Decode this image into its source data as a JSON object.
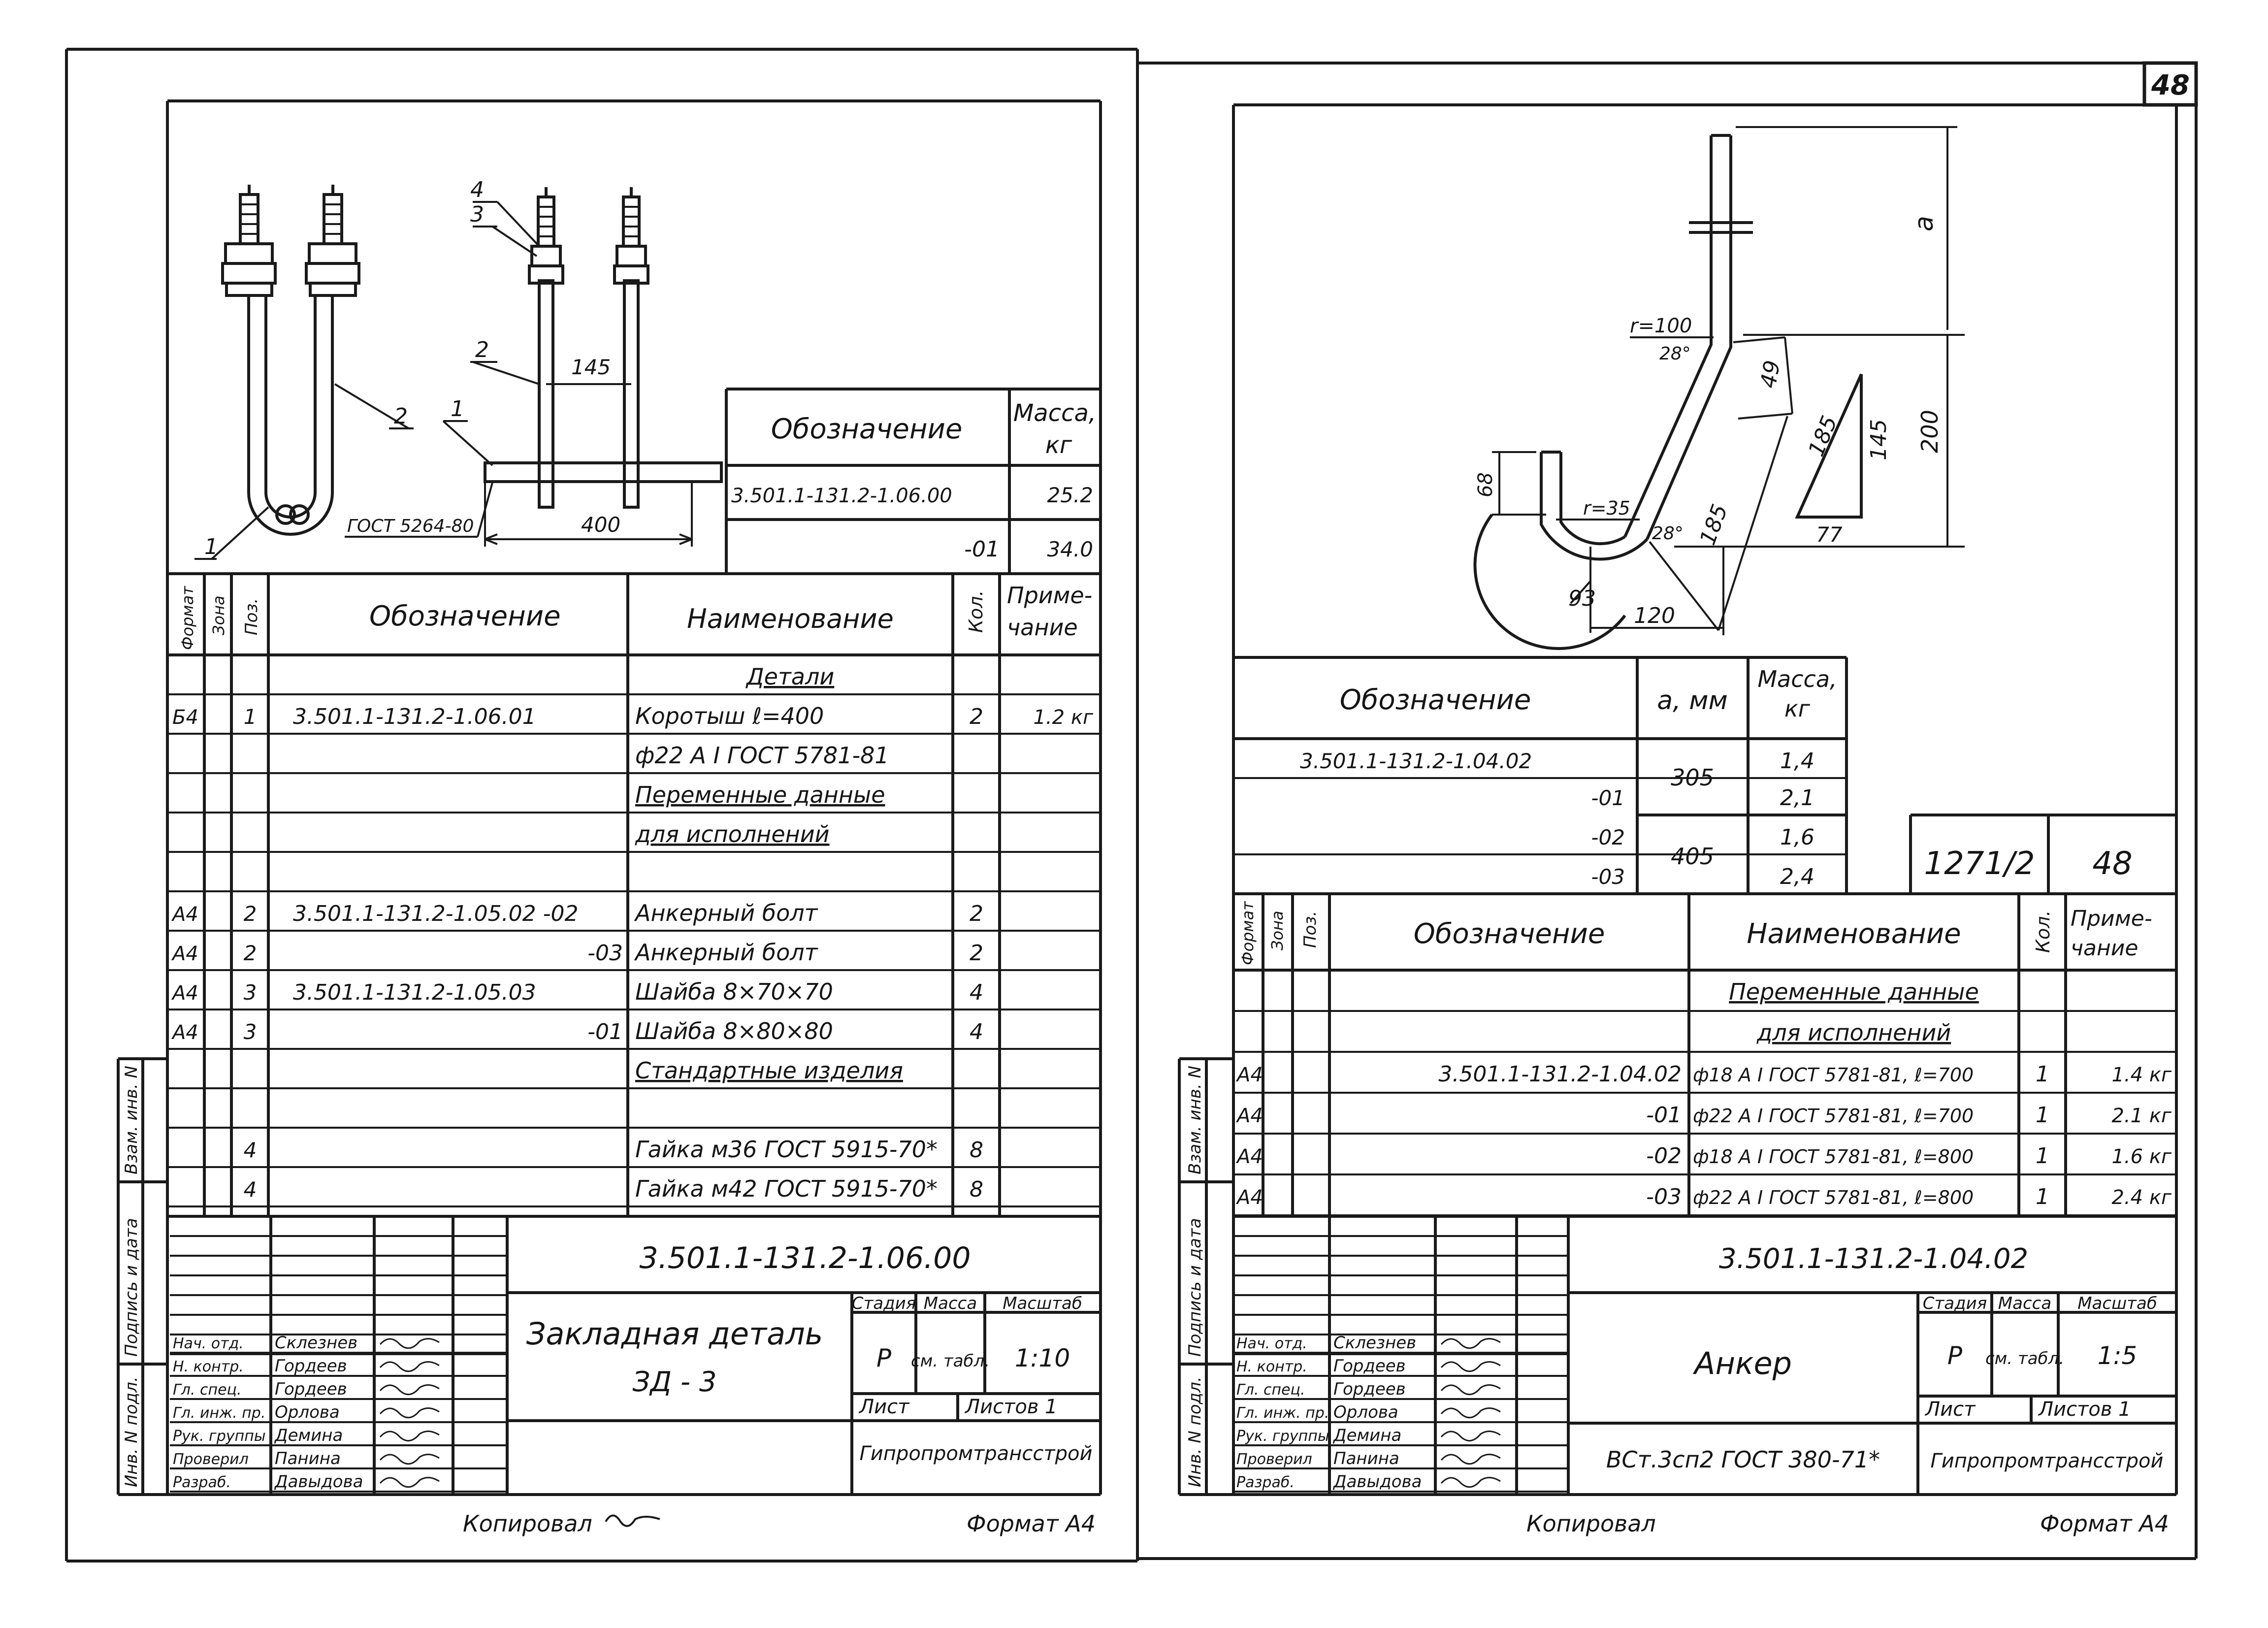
{
  "page_corner_number": "48",
  "left": {
    "drawing": {
      "pos_labels": [
        "1",
        "2",
        "1",
        "2",
        "3",
        "4"
      ],
      "dim_145": "145",
      "dim_400": "400",
      "gost_label": "ГОСТ 5264-80"
    },
    "mass_table": {
      "header_designation": "Обозначение",
      "header_mass": "Масса,",
      "header_mass_unit": "кг",
      "rows": [
        {
          "designation": "3.501.1-131.2-1.06.00",
          "mass": "25.2"
        },
        {
          "designation": "-01",
          "mass": "34.0"
        }
      ]
    },
    "spec_headers": {
      "format": "Формат",
      "zone": "Зона",
      "pos": "Поз.",
      "designation": "Обозначение",
      "name": "Наименование",
      "qty": "Кол.",
      "note_line1": "Приме-",
      "note_line2": "чание"
    },
    "spec_rows": [
      {
        "format": "",
        "pos": "",
        "designation": "",
        "name": "Детали",
        "qty": "",
        "note": "",
        "underline": true,
        "center": true
      },
      {
        "format": "Б4",
        "pos": "1",
        "designation": "3.501.1-131.2-1.06.01",
        "name": "Коротыш      ℓ=400",
        "qty": "2",
        "note": "1.2 кг"
      },
      {
        "format": "",
        "pos": "",
        "designation": "",
        "name": "ф22 A I  ГОСТ 5781-81",
        "qty": "",
        "note": ""
      },
      {
        "format": "",
        "pos": "",
        "designation": "",
        "name": "Переменные  данные",
        "qty": "",
        "note": "",
        "underline": true
      },
      {
        "format": "",
        "pos": "",
        "designation": "",
        "name": "для   исполнений",
        "qty": "",
        "note": "",
        "underline": true
      },
      {
        "format": "",
        "pos": "",
        "designation": "",
        "name": "",
        "qty": "",
        "note": ""
      },
      {
        "format": "А4",
        "pos": "2",
        "designation": "3.501.1-131.2-1.05.02   -02",
        "name": "Анкерный  болт",
        "qty": "2",
        "note": ""
      },
      {
        "format": "А4",
        "pos": "2",
        "designation": "-03",
        "name": "Анкерный  болт",
        "qty": "2",
        "note": "",
        "desig_right": true
      },
      {
        "format": "А4",
        "pos": "3",
        "designation": "3.501.1-131.2-1.05.03",
        "name": "Шайба  8×70×70",
        "qty": "4",
        "note": ""
      },
      {
        "format": "А4",
        "pos": "3",
        "designation": "-01",
        "name": "Шайба  8×80×80",
        "qty": "4",
        "note": "",
        "desig_right": true
      },
      {
        "format": "",
        "pos": "",
        "designation": "",
        "name": "Стандартные  изделия",
        "qty": "",
        "note": "",
        "underline": true
      },
      {
        "format": "",
        "pos": "",
        "designation": "",
        "name": "",
        "qty": "",
        "note": ""
      },
      {
        "format": "",
        "pos": "4",
        "designation": "",
        "name": "Гайка  м36  ГОСТ 5915-70*",
        "qty": "8",
        "note": ""
      },
      {
        "format": "",
        "pos": "4",
        "designation": "",
        "name": "Гайка  м42  ГОСТ 5915-70*",
        "qty": "8",
        "note": ""
      }
    ],
    "side_labels": [
      "Взам. инв. N",
      "Подпись и дата",
      "Инв. N подл."
    ],
    "title_block": {
      "document_code": "3.501.1-131.2-1.06.00",
      "title_line1": "Закладная  деталь",
      "title_line2": "ЗД - 3",
      "stage_label": "Стадия",
      "mass_label": "Масса",
      "scale_label": "Масштаб",
      "stage": "Р",
      "mass_value": "см. табл.",
      "scale": "1:10",
      "sheet_label": "Лист",
      "sheets_label": "Листов  1",
      "organization": "Гипропромтрансстрой",
      "roles": [
        "Нач. отд.",
        "Н. контр.",
        "Гл. спец.",
        "Гл. инж. пр.",
        "Рук. группы",
        "Проверил",
        "Разраб."
      ],
      "names": [
        "Склезнев",
        "Гордеев",
        "Гордеев",
        "Орлова",
        "Демина",
        "Панина",
        "Давыдова"
      ]
    },
    "footer_copied": "Копировал",
    "footer_format": "Формат А4"
  },
  "right": {
    "drawing": {
      "dim_a": "a",
      "dim_200": "200",
      "dim_49": "49",
      "dim_185a": "185",
      "dim_185b": "185",
      "dim_145": "145",
      "dim_77": "77",
      "dim_68": "68",
      "dim_93": "93",
      "dim_120": "120",
      "radius_100": "r=100",
      "radius_35": "r=35",
      "angle_28a": "28°",
      "angle_28b": "28°"
    },
    "mass_table": {
      "header_designation": "Обозначение",
      "header_a": "a, мм",
      "header_mass": "Масса,",
      "header_mass_unit": "кг",
      "rows": [
        {
          "designation": "3.501.1-131.2-1.04.02",
          "mass": "1,4"
        },
        {
          "designation": "-01",
          "mass": "2,1"
        },
        {
          "designation": "-02",
          "mass": "1,6"
        },
        {
          "designation": "-03",
          "mass": "2,4"
        }
      ],
      "a_values": [
        "305",
        "405"
      ]
    },
    "album_number": "1271/2",
    "sheet_number": "48",
    "spec_headers": {
      "format": "Формат",
      "zone": "Зона",
      "pos": "Поз.",
      "designation": "Обозначение",
      "name": "Наименование",
      "qty": "Кол.",
      "note_line1": "Приме-",
      "note_line2": "чание"
    },
    "spec_rows": [
      {
        "format": "",
        "designation": "",
        "name": "Переменные  данные",
        "qty": "",
        "note": "",
        "underline": true
      },
      {
        "format": "",
        "designation": "",
        "name": "для   исполнений",
        "qty": "",
        "note": "",
        "underline": true
      },
      {
        "format": "А4",
        "designation": "3.501.1-131.2-1.04.02",
        "name": "ф18 A I ГОСТ 5781-81, ℓ=700",
        "qty": "1",
        "note": "1.4 кг"
      },
      {
        "format": "А4",
        "designation": "-01",
        "name": "ф22 A I ГОСТ 5781-81, ℓ=700",
        "qty": "1",
        "note": "2.1 кг"
      },
      {
        "format": "А4",
        "designation": "-02",
        "name": "ф18 A I ГОСТ 5781-81, ℓ=800",
        "qty": "1",
        "note": "1.6 кг"
      },
      {
        "format": "А4",
        "designation": "-03",
        "name": "ф22 A I ГОСТ 5781-81, ℓ=800",
        "qty": "1",
        "note": "2.4 кг"
      }
    ],
    "side_labels": [
      "Взам. инв. N",
      "Подпись и дата",
      "Инв. N подл."
    ],
    "title_block": {
      "document_code": "3.501.1-131.2-1.04.02",
      "title": "Анкер",
      "material": "ВСт.3сп2 ГОСТ 380-71*",
      "stage_label": "Стадия",
      "mass_label": "Масса",
      "scale_label": "Масштаб",
      "stage": "Р",
      "mass_value": "см. табл.",
      "scale": "1:5",
      "sheet_label": "Лист",
      "sheets_label": "Листов 1",
      "organization": "Гипропромтрансстрой",
      "roles": [
        "Нач. отд.",
        "Н. контр.",
        "Гл. спец.",
        "Гл. инж. пр.",
        "Рук. группы",
        "Проверил",
        "Разраб."
      ],
      "names": [
        "Склезнев",
        "Гордеев",
        "Гордеев",
        "Орлова",
        "Демина",
        "Панина",
        "Давыдова"
      ]
    },
    "footer_copied": "Копировал",
    "footer_format": "Формат А4"
  }
}
